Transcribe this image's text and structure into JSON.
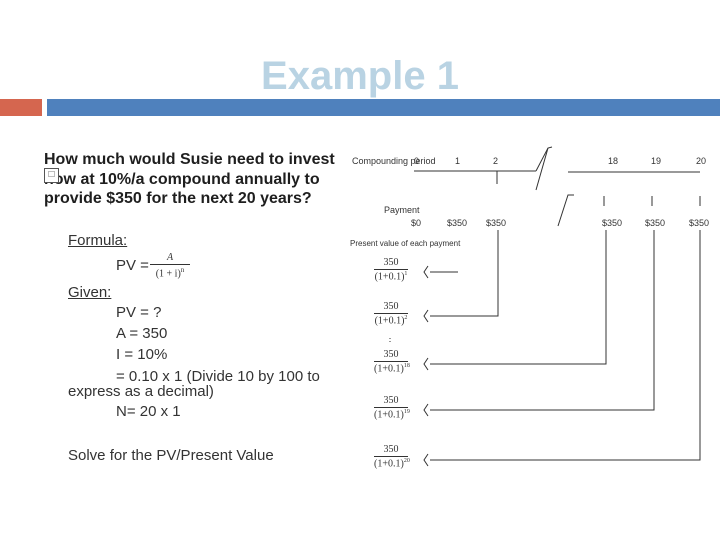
{
  "slide": {
    "title": "Example 1",
    "question": "How much would Susie need to invest now at 10%/a compound annually to provide $350 for the next 20 years?",
    "bullet_glyph": "□"
  },
  "left": {
    "formula_label": "Formula:",
    "pv_lhs": "PV =",
    "pv_numerator": "A",
    "pv_denominator": "(1 + i)",
    "pv_exponent": "n",
    "given_label": "Given:",
    "pv_line": "PV = ?",
    "a_line": "A = 350",
    "i_line": "I = 10%",
    "convert_line1": "= 0.10 x 1 (Divide 10 by 100 to",
    "convert_line2": "express as a decimal)",
    "n_line": "N= 20 x 1",
    "solve_line": "Solve for the PV/Present Value"
  },
  "diagram": {
    "compounding_label": "Compounding period",
    "periods": [
      "0",
      "1",
      "2",
      "18",
      "19",
      "20"
    ],
    "payment_label": "Payment",
    "payments": [
      "$0",
      "$350",
      "$350",
      "$350",
      "$350",
      "$350"
    ],
    "pv_each_label": "Present value of each payment",
    "fractions": [
      {
        "num": "350",
        "den": "(1+0.1)",
        "exp": "1"
      },
      {
        "num": "350",
        "den": "(1+0.1)",
        "exp": "2"
      },
      {
        "num": "350",
        "den": "(1+0.1)",
        "exp": "18"
      },
      {
        "num": "350",
        "den": "(1+0.1)",
        "exp": "19"
      },
      {
        "num": "350",
        "den": "(1+0.1)",
        "exp": "20"
      }
    ]
  }
}
